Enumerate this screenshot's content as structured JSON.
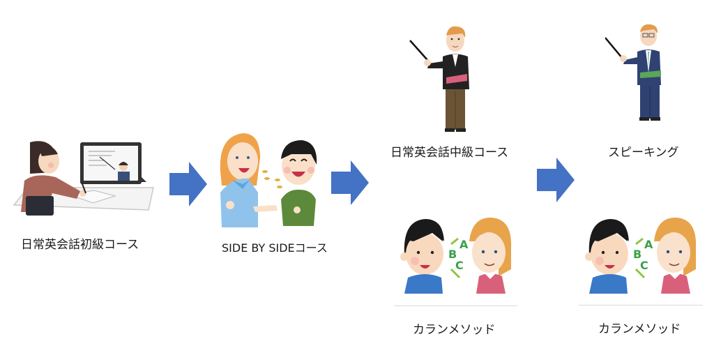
{
  "diagram": {
    "type": "course-progression-flow",
    "arrow_color": "#4472C4",
    "nodes": [
      {
        "id": "beginner",
        "label": "日常英会話初級コース",
        "illustration": "woman-studying-online-with-tablet"
      },
      {
        "id": "side_by_side",
        "label": "SIDE BY SIDEコース",
        "illustration": "two-people-chatting"
      },
      {
        "id": "intermediate",
        "label": "日常英会話中級コース",
        "illustration": "teacher-with-pointer-black-jacket"
      },
      {
        "id": "callan_1",
        "label": "カランメソッド",
        "illustration": "boy-and-girl-abc-conversation"
      },
      {
        "id": "speaking",
        "label": "スピーキング",
        "illustration": "teacher-with-pointer-navy-suit"
      },
      {
        "id": "callan_2",
        "label": "カランメソッド",
        "illustration": "boy-and-girl-abc-conversation"
      }
    ],
    "edges": [
      {
        "from": "beginner",
        "to": "side_by_side"
      },
      {
        "from": "side_by_side",
        "to": "intermediate"
      },
      {
        "from": "intermediate",
        "to": "speaking"
      }
    ]
  }
}
